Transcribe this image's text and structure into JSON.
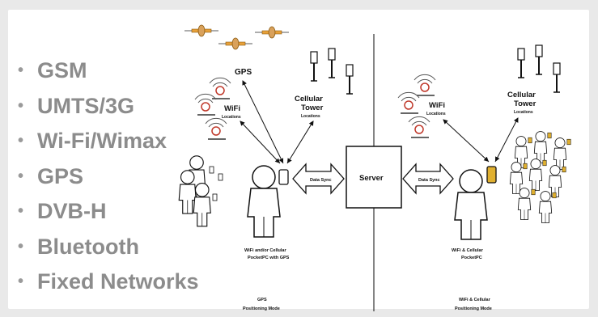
{
  "bullets": [
    "GSM",
    "UMTS/3G",
    "Wi-Fi/Wimax",
    "GPS",
    "DVB-H",
    "Bluetooth",
    "Fixed Networks"
  ],
  "left": {
    "gps_label": "GPS",
    "wifi_label": "WiFi",
    "wifi_sub": "Locations",
    "cell_label_1": "Cellular",
    "cell_label_2": "Tower",
    "cell_sub": "Locations",
    "device_caption_1": "WiFi and/or Cellular",
    "device_caption_2": "PocketPC with GPS",
    "mode_1": "GPS",
    "mode_2": "Positioning Mode"
  },
  "center": {
    "server_label": "Server",
    "sync_left": "Data Sync",
    "sync_right": "Data Sync"
  },
  "right": {
    "wifi_label": "WiFi",
    "wifi_sub": "Locations",
    "cell_label_1": "Cellular",
    "cell_label_2": "Tower",
    "cell_sub": "Locations",
    "device_caption_1": "WiFi & Cellular",
    "device_caption_2": "PocketPC",
    "mode_1": "WiFi & Cellular",
    "mode_2": "Positioning Mode"
  },
  "colors": {
    "bullet_text": "#8c8c8c",
    "satellite": "#e8a13a",
    "panel": "#d9a15b",
    "device_right": "#e0b030"
  }
}
